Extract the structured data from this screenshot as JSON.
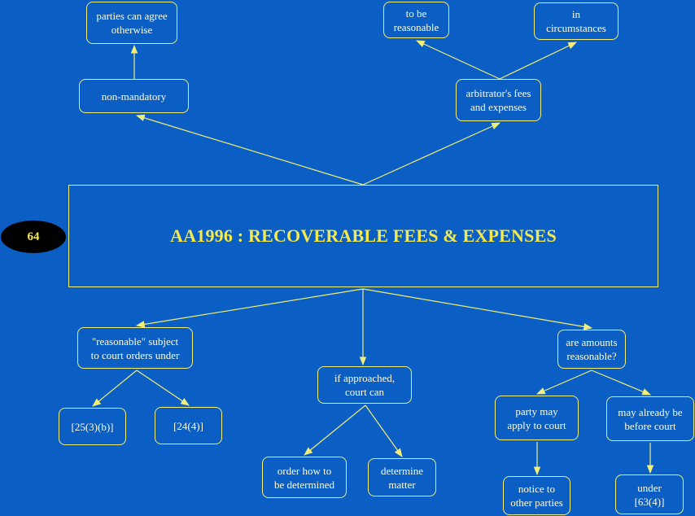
{
  "page_number": "64",
  "title": "AA1996 : RECOVERABLE FEES & EXPENSES",
  "nodes": {
    "parties_agree": "parties can agree\notherwise",
    "non_mandatory": "non-mandatory",
    "to_be_reasonable": "to be\nreasonable",
    "in_circumstances": "in\ncircumstances",
    "arbitrators_fees": "arbitrator's fees\nand expenses",
    "reasonable_subject": "\"reasonable\" subject\nto court orders under",
    "s25": "[25(3)(b)]",
    "s24": "[24(4)]",
    "if_approached": "if approached,\ncourt can",
    "order_how": "order how to\nbe determined",
    "determine_matter": "determine\nmatter",
    "are_amounts": "are amounts\nreasonable?",
    "party_may": "party may\napply to court",
    "may_already": "may already be\nbefore court",
    "notice": "notice to\nother parties",
    "under_63": "under\n[63(4)]"
  },
  "colors": {
    "background": "#0b5fc4",
    "line": "#f2ee7a",
    "title": "#f4ea4c",
    "badge": "#000000"
  }
}
